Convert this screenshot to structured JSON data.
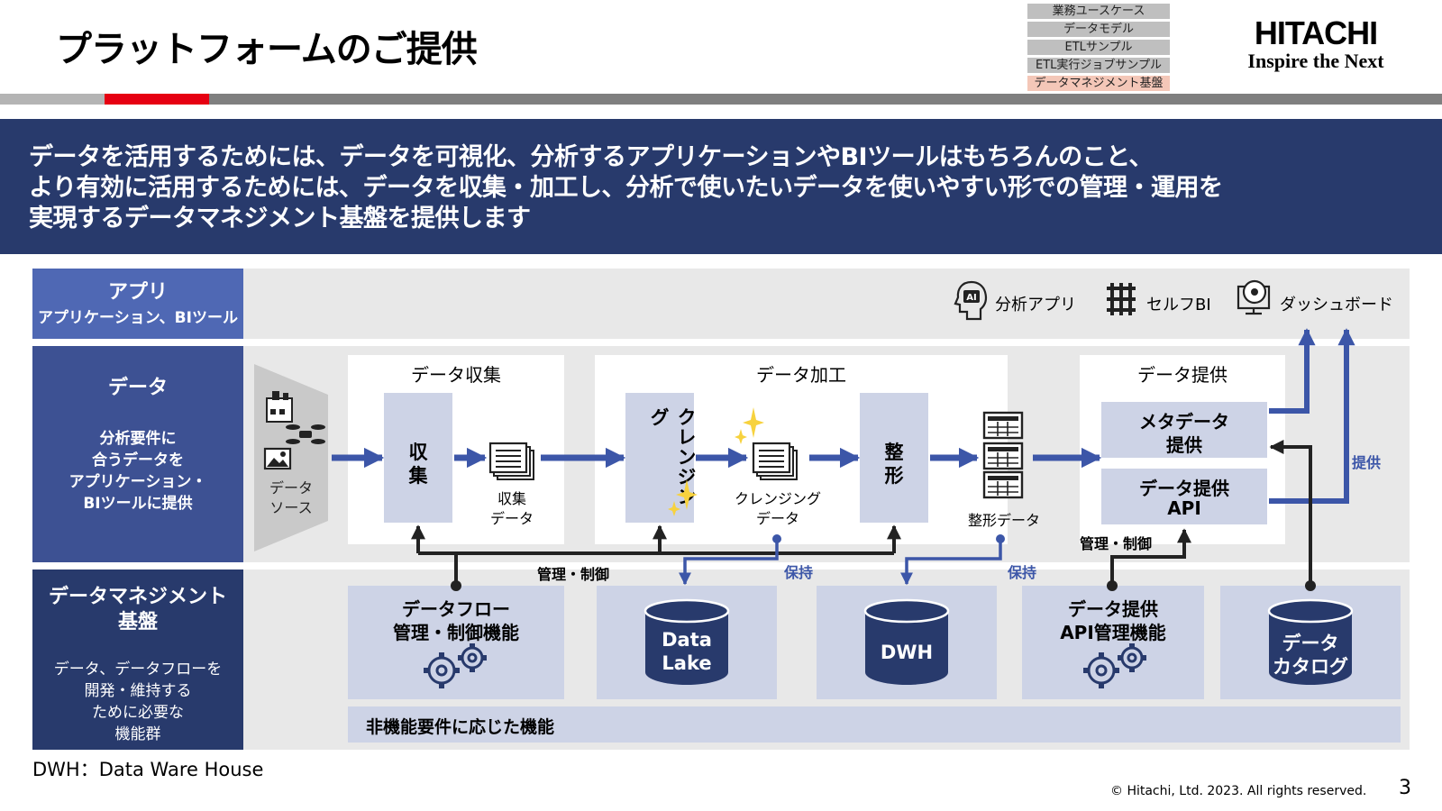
{
  "header": {
    "title": "プラットフォームのご提供",
    "nav": [
      "業務ユースケース",
      "データモデル",
      "ETLサンプル",
      "ETL実行ジョブサンプル",
      "データマネジメント基盤"
    ],
    "active_nav": 4,
    "logo_main": "HITACHI",
    "logo_sub": "Inspire the Next"
  },
  "banner": {
    "line1": "データを活用するためには、データを可視化、分析するアプリケーションやBIツールはもちろんのこと、",
    "line2": "より有効に活用するためには、データを収集・加工し、分析で使いたいデータを使いやすい形での管理・運用を",
    "line3": "実現するデータマネジメント基盤を提供します"
  },
  "rows": {
    "app": {
      "title": "アプリ",
      "subtitle": "アプリケーション、BIツール"
    },
    "data": {
      "title": "データ",
      "desc": [
        "分析要件に",
        "合うデータを",
        "アプリケーション・",
        "BIツールに提供"
      ]
    },
    "mgmt": {
      "title1": "データマネジメント",
      "title2": "基盤",
      "desc": [
        "データ、データフローを",
        "開発・維持する",
        "ために必要な",
        "機能群"
      ]
    }
  },
  "apps": [
    "分析アプリ",
    "セルフBI",
    "ダッシュボード"
  ],
  "data_source": [
    "データ",
    "ソース"
  ],
  "sections": {
    "collect": "データ収集",
    "process": "データ加工",
    "provide": "データ提供"
  },
  "steps": {
    "collect": [
      "収",
      "集"
    ],
    "collect_data": [
      "収集",
      "データ"
    ],
    "cleansing": "クレンジング",
    "cleansing_data": [
      "クレンジング",
      "データ"
    ],
    "shaping": [
      "整",
      "形"
    ],
    "shaped_data": "整形データ",
    "meta": [
      "メタデータ",
      "提供"
    ],
    "api": [
      "データ提供",
      "API"
    ]
  },
  "labels": {
    "mgmt_control": "管理・制御",
    "mgmt_control2": "管理・制御",
    "keep1": "保持",
    "keep2": "保持",
    "provide": "提供"
  },
  "mgmt": {
    "dataflow": [
      "データフロー",
      "管理・制御機能"
    ],
    "lake": [
      "Data",
      "Lake"
    ],
    "dwh": "DWH",
    "api_mgmt": [
      "データ提供",
      "API管理機能"
    ],
    "catalog": [
      "データ",
      "カタログ"
    ],
    "nonfunc": "非機能要件に応じた機能"
  },
  "footer": {
    "note": "DWH：Data Ware House",
    "copyright": "© Hitachi, Ltd. 2023. All rights reserved.",
    "page": "3"
  },
  "colors": {
    "navy": "#283a6c",
    "label_blue": "#3d5193",
    "light_blue": "#cdd3e6",
    "red": "#e60012",
    "arrow_blue": "#3c56a8",
    "gray_band": "#e8e8e8"
  }
}
